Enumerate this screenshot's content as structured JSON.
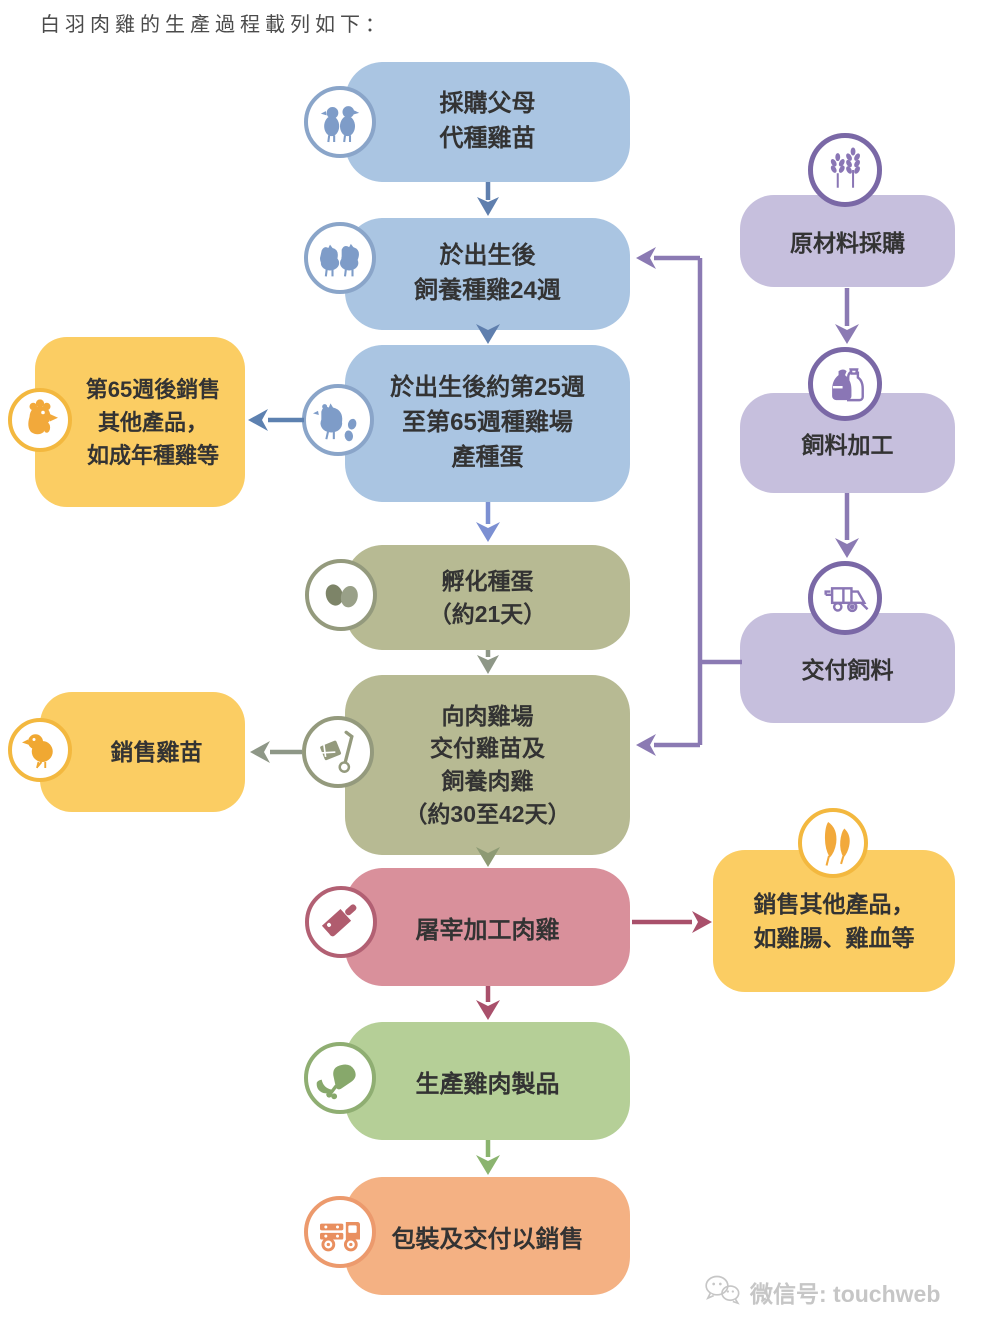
{
  "title": "白羽肉雞的生產過程載列如下：",
  "main_flow": {
    "step1": {
      "label": "採購父母\n代種雞苗",
      "icon": "two-chicks-icon"
    },
    "step2": {
      "label": "於出生後\n飼養種雞24週",
      "icon": "breeder-hens-icon"
    },
    "step3": {
      "label": "於出生後約第25週\n至第65週種雞場\n產種蛋",
      "icon": "hen-laying-eggs-icon"
    },
    "step4": {
      "label": "孵化種蛋\n（約21天）",
      "icon": "eggs-icon"
    },
    "step5": {
      "label": "向肉雞場\n交付雞苗及\n飼養肉雞\n（約30至42天）",
      "icon": "handtruck-icon"
    },
    "step6": {
      "label": "屠宰加工肉雞",
      "icon": "cleaver-icon"
    },
    "step7": {
      "label": "生產雞肉製品",
      "icon": "chicken-meat-icon"
    },
    "step8": {
      "label": "包裝及交付以銷售",
      "icon": "delivery-truck-icon"
    }
  },
  "side_outputs": {
    "sell_adult_breeders": {
      "label": "第65週後銷售\n其他產品，\n如成年種雞等",
      "icon": "rooster-icon"
    },
    "sell_chicks": {
      "label": "銷售雞苗",
      "icon": "chick-icon"
    },
    "sell_byproducts": {
      "label": "銷售其他產品，\n如雞腸、雞血等",
      "icon": "feathers-icon"
    }
  },
  "feed_flow": {
    "step1": {
      "label": "原材料採購",
      "icon": "wheat-icon"
    },
    "step2": {
      "label": "飼料加工",
      "icon": "feed-bags-icon"
    },
    "step3": {
      "label": "交付飼料",
      "icon": "feed-truck-icon"
    }
  },
  "watermark": {
    "label": "微信号: touchweb",
    "icon": "wechat-icon"
  },
  "colors": {
    "blue_box": "#aac5e2",
    "olive_box": "#b7ba93",
    "rose_box": "#d9909b",
    "green_box": "#b5cf97",
    "orange_box": "#f4b183",
    "yellow_box": "#fbcd63",
    "purple_box": "#c6bfdd",
    "purple_line": "#8b7ab3",
    "blue_arrow": "#5f7fae",
    "periwinkle_arrow": "#7c90d2",
    "olive_arrow": "#8d9a74",
    "gray_arrow": "#8e9787",
    "maroon_arrow": "#a9506b",
    "green_arrow": "#8bb46f",
    "text": "#333333"
  }
}
